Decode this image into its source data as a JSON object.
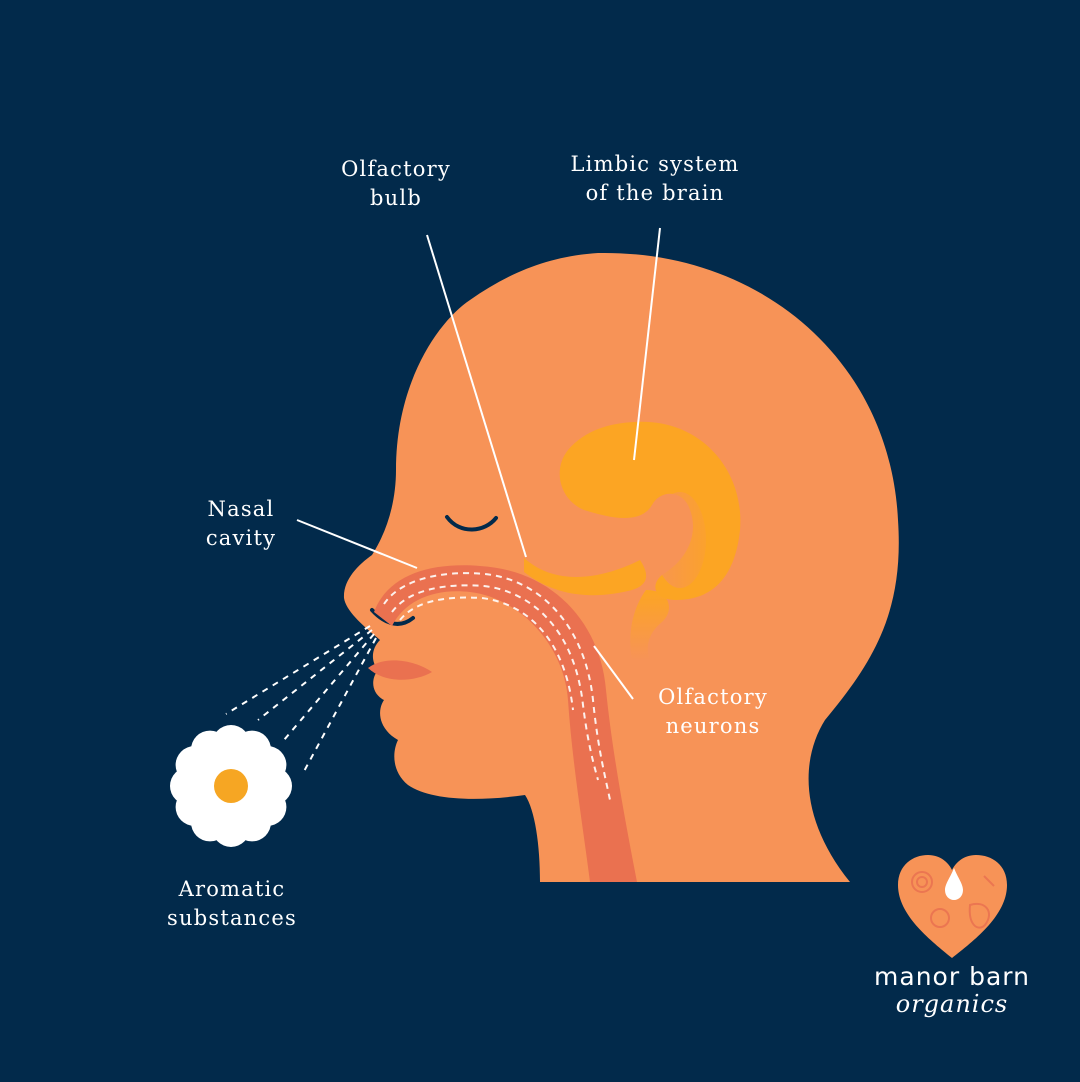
{
  "labels": {
    "olfactory_bulb": [
      "Olfactory",
      "bulb"
    ],
    "limbic_system": [
      "Limbic system",
      "of the brain"
    ],
    "nasal_cavity": [
      "Nasal",
      "cavity"
    ],
    "olfactory_neurons": [
      "Olfactory",
      "neurons"
    ],
    "aromatic_substances": [
      "Aromatic",
      "substances"
    ]
  },
  "brand": {
    "name": "manor barn",
    "sub": "organics"
  },
  "colors": {
    "background": "#022a4b",
    "head": "#f79357",
    "brain": "#fca523",
    "passage": "#ea7150",
    "flower_center": "#f6a623",
    "text": "#ffffff"
  }
}
